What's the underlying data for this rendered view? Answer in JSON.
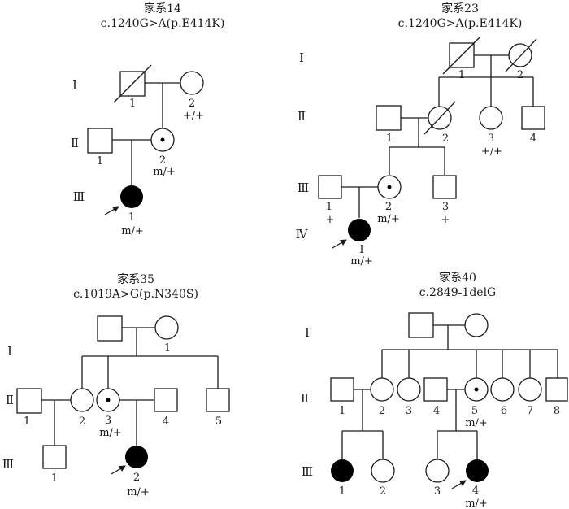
{
  "families": [
    {
      "title": "家系14",
      "variant": "c.1240G>A(p.E414K)",
      "generations": [
        "Ⅰ",
        "Ⅱ",
        "Ⅲ"
      ],
      "members": [
        {
          "gen": "I",
          "num": "1",
          "sex": "male",
          "deceased": true
        },
        {
          "gen": "I",
          "num": "2",
          "sex": "female",
          "genotype": "+/+"
        },
        {
          "gen": "II",
          "num": "1",
          "sex": "male"
        },
        {
          "gen": "II",
          "num": "2",
          "sex": "female",
          "carrier": true,
          "genotype": "m/+"
        },
        {
          "gen": "III",
          "num": "1",
          "sex": "female",
          "affected": true,
          "proband": true,
          "genotype": "m/+"
        }
      ]
    },
    {
      "title": "家系23",
      "variant": "c.1240G>A(p.E414K)",
      "generations": [
        "Ⅰ",
        "Ⅱ",
        "Ⅲ",
        "Ⅳ"
      ],
      "members": [
        {
          "gen": "I",
          "num": "1",
          "sex": "male",
          "deceased": true
        },
        {
          "gen": "I",
          "num": "2",
          "sex": "female",
          "deceased": true
        },
        {
          "gen": "II",
          "num": "1",
          "sex": "male"
        },
        {
          "gen": "II",
          "num": "2",
          "sex": "female",
          "deceased": true
        },
        {
          "gen": "II",
          "num": "3",
          "sex": "female",
          "genotype": "+/+"
        },
        {
          "gen": "II",
          "num": "4",
          "sex": "male"
        },
        {
          "gen": "III",
          "num": "1",
          "sex": "male",
          "genotype": "+"
        },
        {
          "gen": "III",
          "num": "2",
          "sex": "female",
          "carrier": true,
          "genotype": "m/+"
        },
        {
          "gen": "III",
          "num": "3",
          "sex": "male",
          "genotype": "+"
        },
        {
          "gen": "IV",
          "num": "1",
          "sex": "female",
          "affected": true,
          "proband": true,
          "genotype": "m/+"
        }
      ]
    },
    {
      "title": "家系35",
      "variant": "c.1019A>G(p.N340S)",
      "generations": [
        "Ⅰ",
        "Ⅱ",
        "Ⅲ"
      ],
      "members": [
        {
          "gen": "I",
          "num": "",
          "sex": "male"
        },
        {
          "gen": "I",
          "num": "1",
          "sex": "female"
        },
        {
          "gen": "II",
          "num": "1",
          "sex": "male"
        },
        {
          "gen": "II",
          "num": "2",
          "sex": "female"
        },
        {
          "gen": "II",
          "num": "3",
          "sex": "female",
          "carrier": true,
          "genotype": "m/+"
        },
        {
          "gen": "II",
          "num": "4",
          "sex": "male"
        },
        {
          "gen": "II",
          "num": "5",
          "sex": "male"
        },
        {
          "gen": "III",
          "num": "1",
          "sex": "male"
        },
        {
          "gen": "III",
          "num": "2",
          "sex": "female",
          "affected": true,
          "proband": true,
          "genotype": "m/+"
        }
      ]
    },
    {
      "title": "家系40",
      "variant": "c.2849-1delG",
      "generations": [
        "Ⅰ",
        "Ⅱ",
        "Ⅲ"
      ],
      "members": [
        {
          "gen": "I",
          "num": "",
          "sex": "male"
        },
        {
          "gen": "I",
          "num": "",
          "sex": "female"
        },
        {
          "gen": "II",
          "num": "1",
          "sex": "male"
        },
        {
          "gen": "II",
          "num": "2",
          "sex": "female"
        },
        {
          "gen": "II",
          "num": "3",
          "sex": "female"
        },
        {
          "gen": "II",
          "num": "4",
          "sex": "male"
        },
        {
          "gen": "II",
          "num": "5",
          "sex": "female",
          "carrier": true,
          "genotype": "m/+"
        },
        {
          "gen": "II",
          "num": "6",
          "sex": "female"
        },
        {
          "gen": "II",
          "num": "7",
          "sex": "female"
        },
        {
          "gen": "II",
          "num": "8",
          "sex": "male"
        },
        {
          "gen": "III",
          "num": "1",
          "sex": "female",
          "affected": true
        },
        {
          "gen": "III",
          "num": "2",
          "sex": "female"
        },
        {
          "gen": "III",
          "num": "3",
          "sex": "female"
        },
        {
          "gen": "III",
          "num": "4",
          "sex": "female",
          "affected": true,
          "proband": true,
          "genotype": "m/+"
        }
      ]
    }
  ],
  "colors": {
    "line": "#1a1a1a",
    "affected": "#000000",
    "background": "#ffffff"
  }
}
